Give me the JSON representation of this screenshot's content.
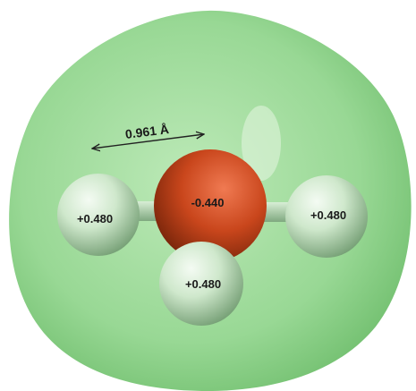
{
  "molecule": {
    "surface_color": "#8ed48c",
    "oxygen": {
      "charge_label": "-0.440",
      "color": "#c9461c"
    },
    "hydrogens": [
      {
        "charge_label": "+0.480",
        "color": "#c5e3c5"
      },
      {
        "charge_label": "+0.480",
        "color": "#c5e3c5"
      },
      {
        "charge_label": "+0.480",
        "color": "#c5e3c5"
      }
    ],
    "bond_length_label": "0.961 Å"
  }
}
